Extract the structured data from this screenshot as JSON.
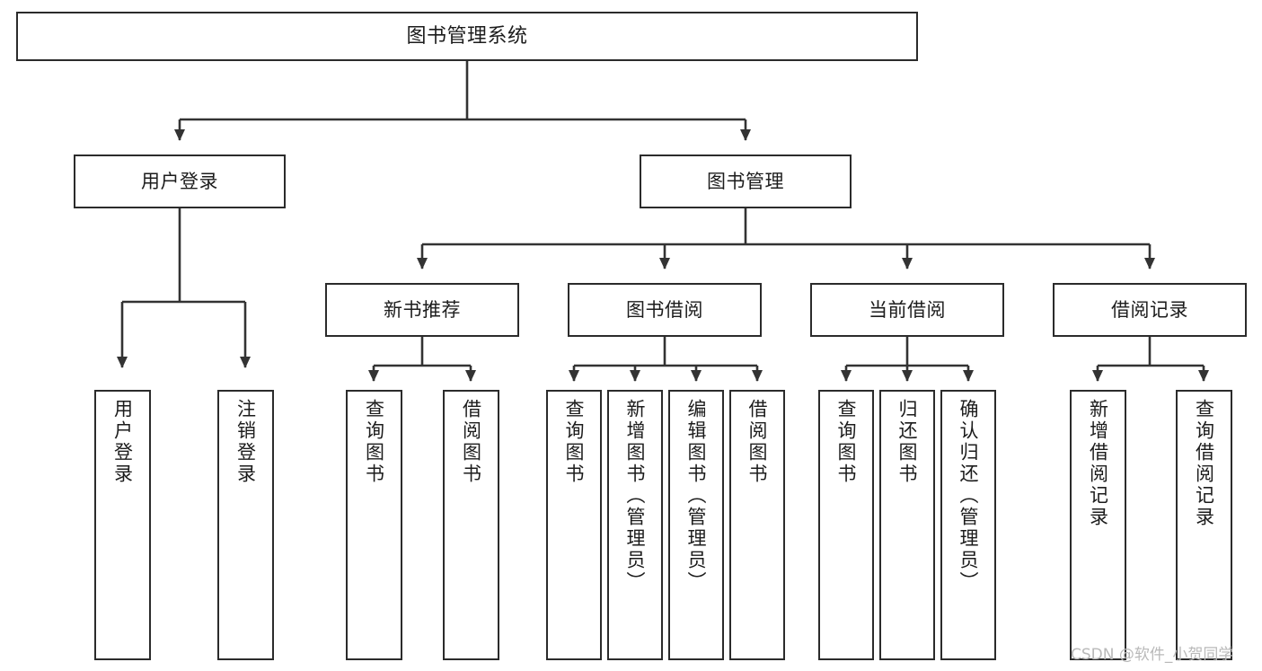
{
  "diagram": {
    "type": "tree-hierarchy",
    "title": "图书管理系统",
    "orientation": "top-down",
    "colors": {
      "box_border": "#2b2b2b",
      "box_fill": "#ffffff",
      "edge": "#333333",
      "text": "#1c1c1c",
      "background": "#ffffff",
      "watermark": "#b9b9b9"
    },
    "nodes": {
      "root": {
        "label": "图书管理系统"
      },
      "level2": [
        {
          "label": "用户登录"
        },
        {
          "label": "图书管理"
        }
      ],
      "level3": [
        {
          "label": "新书推荐"
        },
        {
          "label": "图书借阅"
        },
        {
          "label": "当前借阅"
        },
        {
          "label": "借阅记录"
        }
      ],
      "leaves": {
        "user_login": [
          {
            "label": "用户登录"
          },
          {
            "label": "注销登录"
          }
        ],
        "new_book_recommend": [
          {
            "label": "查询图书"
          },
          {
            "label": "借阅图书"
          }
        ],
        "book_borrow": [
          {
            "label": "查询图书"
          },
          {
            "label": "新增图书（管理员）"
          },
          {
            "label": "编辑图书（管理员）"
          },
          {
            "label": "借阅图书"
          }
        ],
        "current_borrow": [
          {
            "label": "查询图书"
          },
          {
            "label": "归还图书"
          },
          {
            "label": "确认归还（管理员）"
          }
        ],
        "borrow_record": [
          {
            "label": "新增借阅记录"
          },
          {
            "label": "查询借阅记录"
          }
        ]
      }
    },
    "watermark": "CSDN @软件_小贺同学"
  }
}
